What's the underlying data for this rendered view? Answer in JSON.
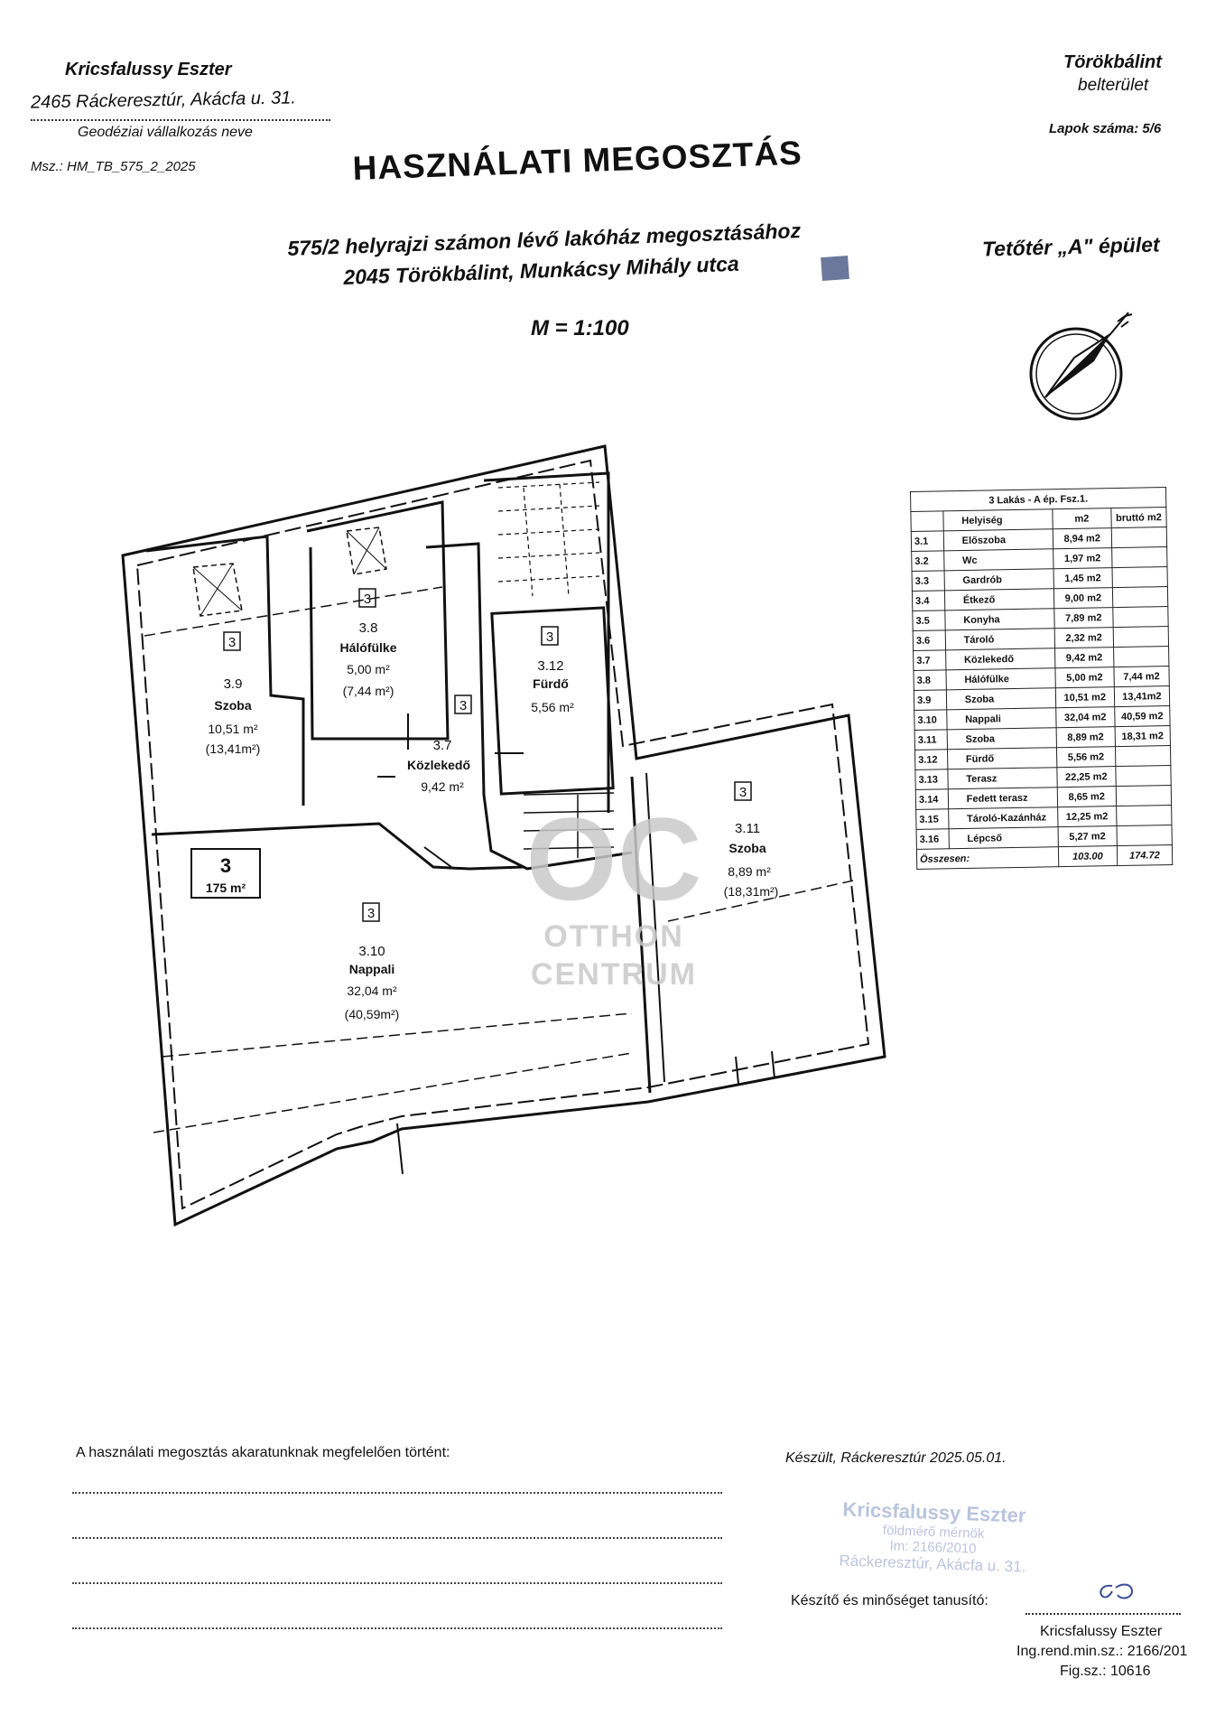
{
  "header": {
    "company_name": "Kricsfalussy Eszter",
    "company_address": "2465 Ráckeresztúr, Akácfa u. 31.",
    "company_caption": "Geodéziai vállalkozás neve",
    "msz": "Msz.: HM_TB_575_2_2025",
    "location_town": "Törökbálint",
    "location_area": "belterület",
    "sheet_count": "Lapok száma: 5/6"
  },
  "title": "HASZNÁLATI MEGOSZTÁS",
  "subtitle_line1": "575/2 helyrajzi számon lévő lakóház megosztásához",
  "subtitle_line2": "2045  Törökbálint, Munkácsy Mihály utca",
  "building_label": "Tetőtér  „A\" épület",
  "scale": "M = 1:100",
  "plan": {
    "unit_badge_number": "3",
    "unit_badge_area": "175 m²",
    "room_marker": "3",
    "rooms": [
      {
        "num": "3.9",
        "name": "Szoba",
        "net": "10,51 m²",
        "gross": "(13,41m²)"
      },
      {
        "num": "3.8",
        "name": "Hálófülke",
        "net": "5,00 m²",
        "gross": "(7,44 m²)"
      },
      {
        "num": "3.12",
        "name": "Fürdő",
        "net": "5,56 m²",
        "gross": ""
      },
      {
        "num": "3.7",
        "name": "Közlekedő",
        "net": "9,42 m²",
        "gross": ""
      },
      {
        "num": "3.11",
        "name": "Szoba",
        "net": "8,89 m²",
        "gross": "(18,31m²)"
      },
      {
        "num": "3.10",
        "name": "Nappali",
        "net": "32,04 m²",
        "gross": "(40,59m²)"
      }
    ]
  },
  "watermark": {
    "logo": "OC",
    "line1": "OTTHON",
    "line2": "CENTRUM"
  },
  "table": {
    "caption": "3  Lakás - A ép. Fsz.1.",
    "headers": [
      "",
      "Helyiség",
      "m2",
      "bruttó m2"
    ],
    "rows": [
      [
        "3.1",
        "Előszoba",
        "8,94 m2",
        ""
      ],
      [
        "3.2",
        "Wc",
        "1,97 m2",
        ""
      ],
      [
        "3.3",
        "Gardrób",
        "1,45 m2",
        ""
      ],
      [
        "3.4",
        "Étkező",
        "9,00 m2",
        ""
      ],
      [
        "3.5",
        "Konyha",
        "7,89 m2",
        ""
      ],
      [
        "3.6",
        "Tároló",
        "2,32 m2",
        ""
      ],
      [
        "3.7",
        "Közlekedő",
        "9,42 m2",
        ""
      ],
      [
        "3.8",
        "Hálófülke",
        "5,00 m2",
        "7,44 m2"
      ],
      [
        "3.9",
        "Szoba",
        "10,51 m2",
        "13,41m2"
      ],
      [
        "3.10",
        "Nappali",
        "32,04 m2",
        "40,59 m2"
      ],
      [
        "3.11",
        "Szoba",
        "8,89 m2",
        "18,31 m2"
      ],
      [
        "3.12",
        "Fürdő",
        "5,56 m2",
        ""
      ],
      [
        "3.13",
        "Terasz",
        "22,25 m2",
        ""
      ],
      [
        "3.14",
        "Fedett terasz",
        "8,65 m2",
        ""
      ],
      [
        "3.15",
        "Tároló-Kazánház",
        "12,25 m2",
        ""
      ],
      [
        "3.16",
        "Lépcső",
        "5,27 m2",
        ""
      ]
    ],
    "total_label": "Összesen:",
    "total_m2": "103.00",
    "total_brutto": "174.72"
  },
  "footer": {
    "agreement_text": "A használati megosztás akaratunknak megfelelően történt:",
    "prepared": "Készült, Ráckeresztúr 2025.05.01.",
    "certifier_label": "Készítő és minőséget tanusító:",
    "signer_name": "Kricsfalussy Eszter",
    "signer_reg": "Ing.rend.min.sz.: 2166/201",
    "signer_fig": "Fig.sz.: 10616",
    "stamp_line1": "Kricsfalussy Eszter",
    "stamp_line2": "földmérő mérnök",
    "stamp_line3": "Im: 2166/2010",
    "stamp_line4": "Ráckeresztúr, Akácfa u. 31."
  }
}
